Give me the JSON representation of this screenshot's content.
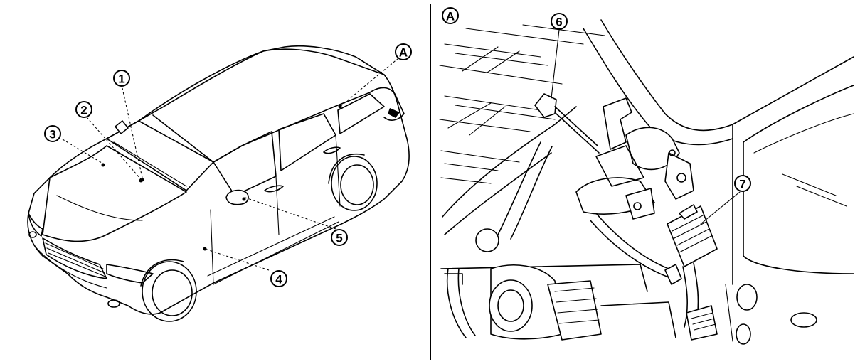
{
  "callouts": {
    "c1": "1",
    "c2": "2",
    "c3": "3",
    "c4": "4",
    "c5": "5",
    "c6": "6",
    "c7": "7",
    "a_left": "A",
    "a_right": "A"
  }
}
